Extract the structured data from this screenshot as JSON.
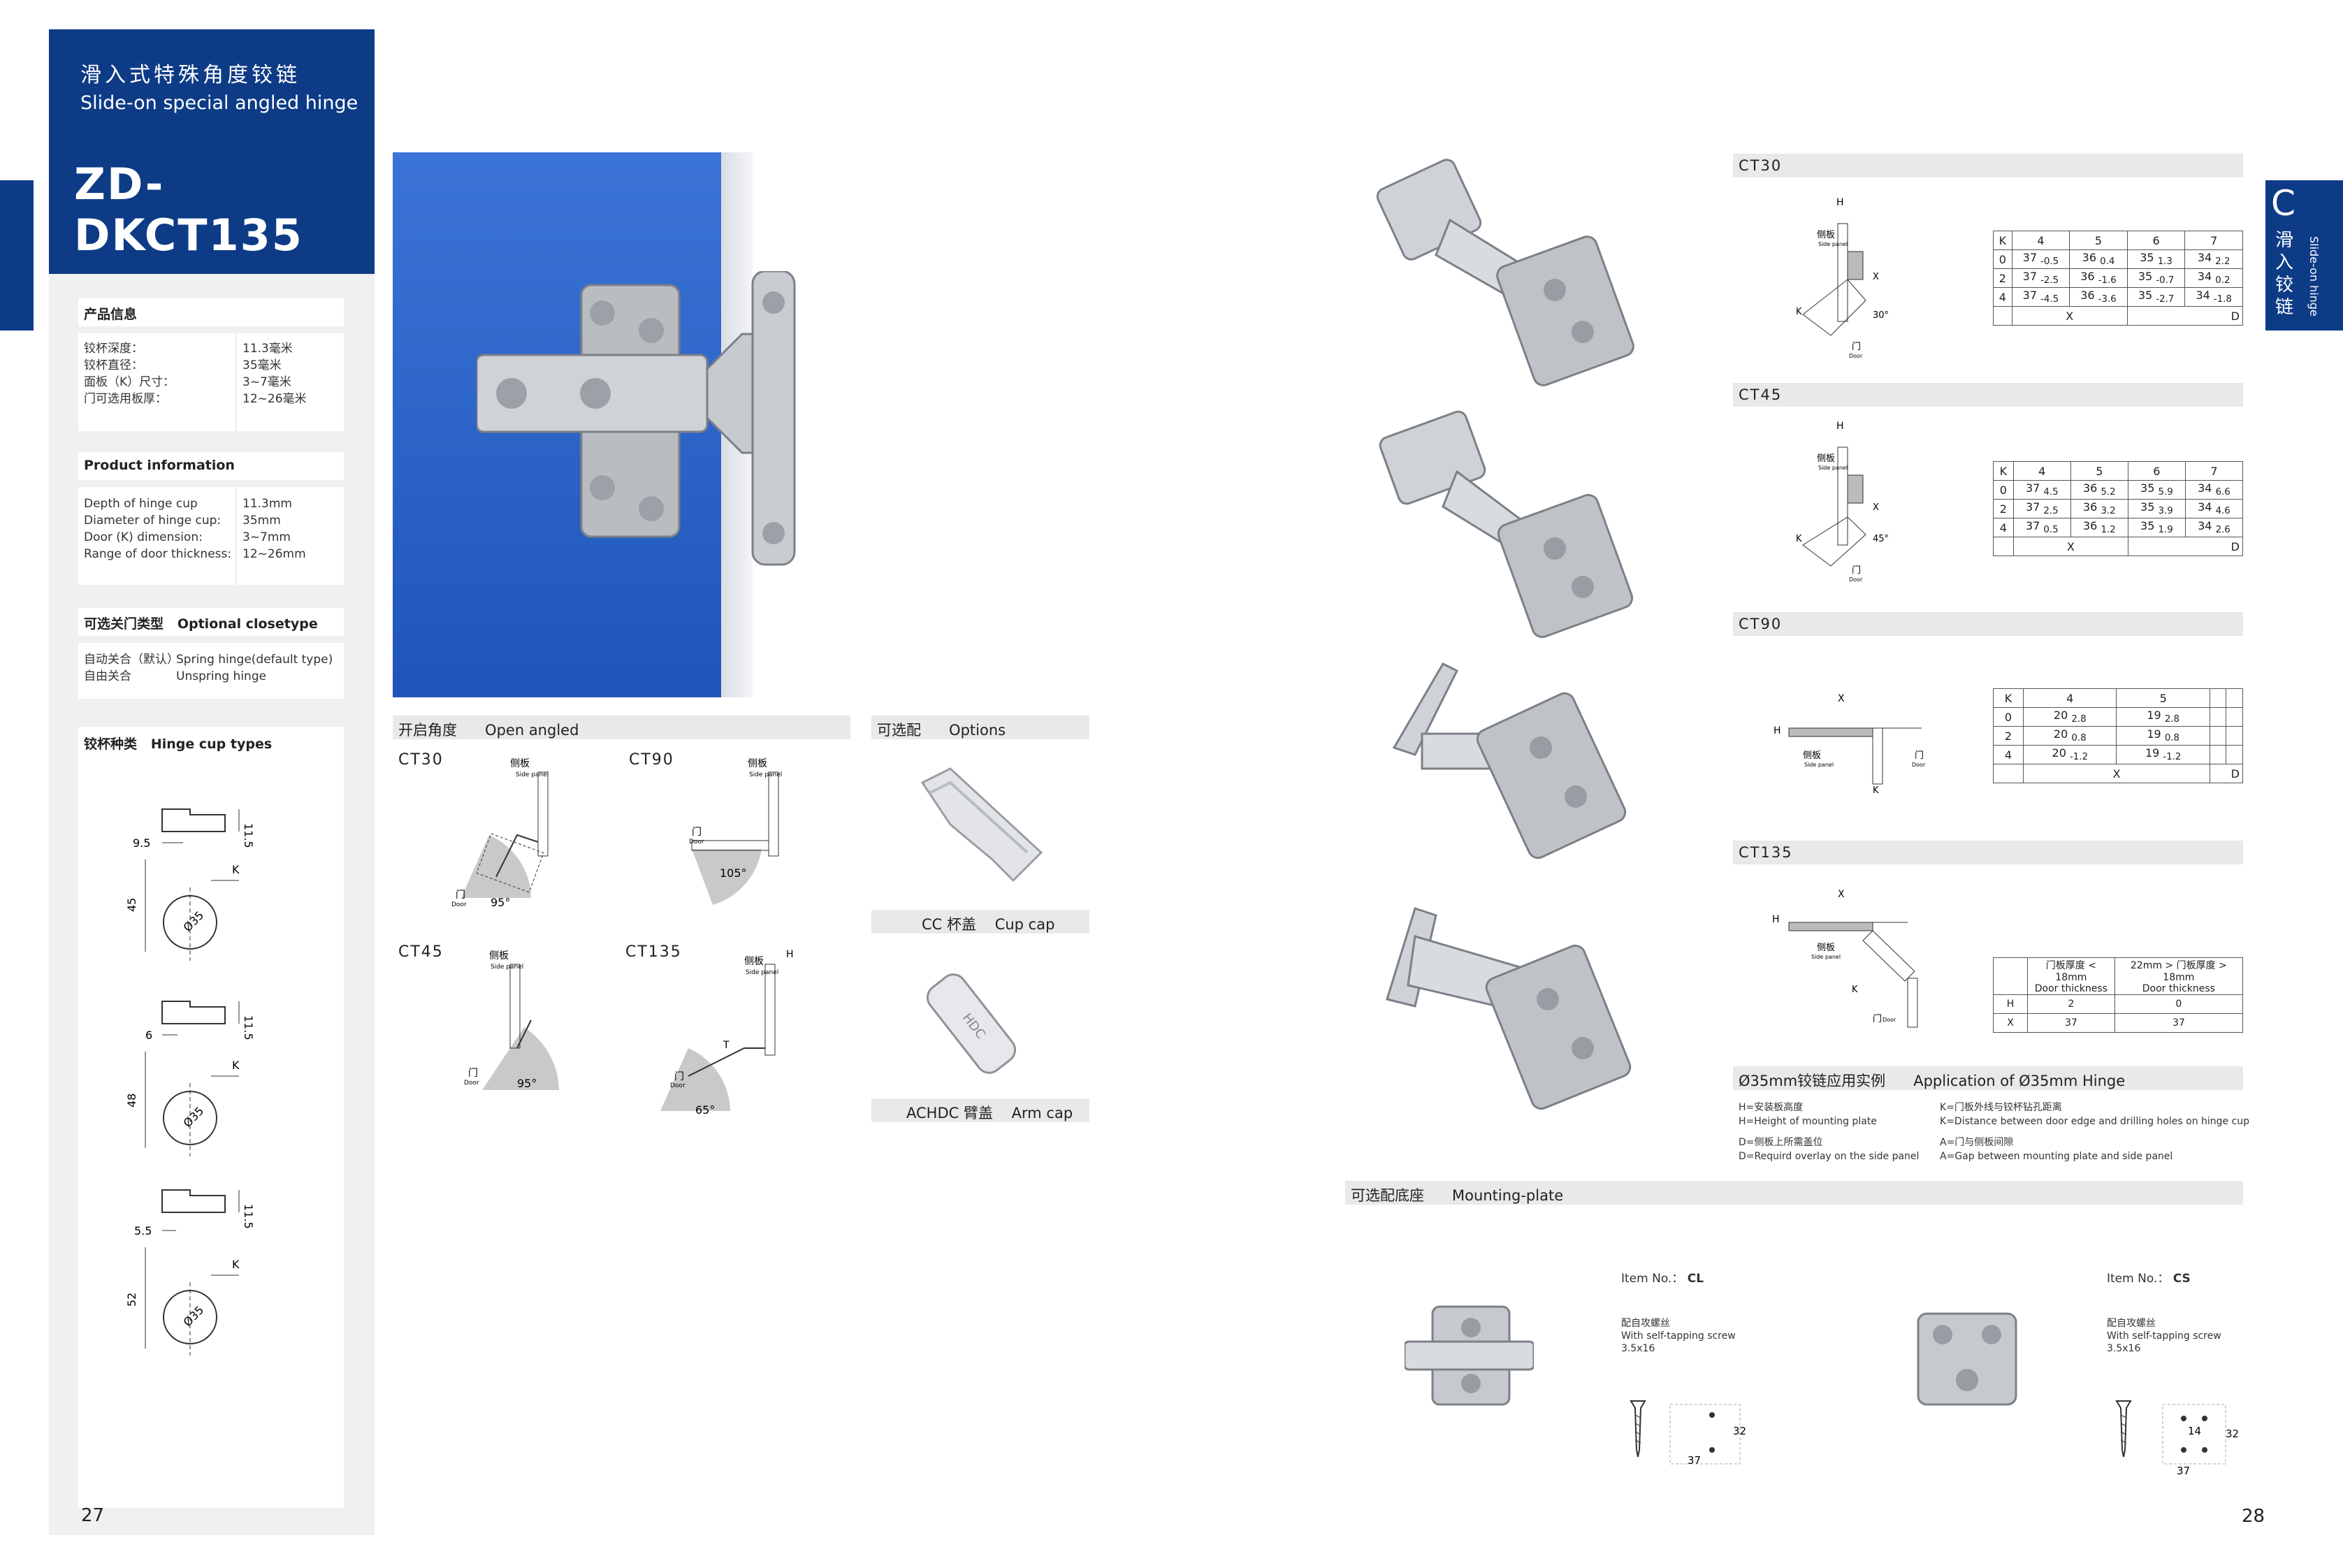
{
  "header": {
    "title_cn": "滑入式特殊角度铰链",
    "title_en": "Slide-on special angled hinge",
    "model": "ZD-DKCT135"
  },
  "side_tab": {
    "letter": "C",
    "cn": "滑入铰链",
    "en": "Slide-on hinge"
  },
  "product_info": {
    "heading_cn": "产品信息",
    "rows_cn": [
      {
        "label": "铰杯深度：",
        "value": "11.3毫米"
      },
      {
        "label": "铰杯直径：",
        "value": "35毫米"
      },
      {
        "label": "面板（K）尺寸：",
        "value": "3~7毫米"
      },
      {
        "label": "门可选用板厚：",
        "value": "12~26毫米"
      }
    ],
    "heading_en": "Product information",
    "rows_en": [
      {
        "label": "Depth of hinge cup",
        "value": "11.3mm"
      },
      {
        "label": "Diameter of hinge cup:",
        "value": "35mm"
      },
      {
        "label": "Door (K) dimension:",
        "value": "3~7mm"
      },
      {
        "label": "Range of door thickness:",
        "value": "12~26mm"
      }
    ]
  },
  "closetype": {
    "heading": "可选关门类型   Optional closetype",
    "rows": [
      {
        "cn": "自动关合（默认）",
        "en": "Spring hinge(default type)"
      },
      {
        "cn": "自由关合",
        "en": "Unspring hinge"
      }
    ]
  },
  "cup_types": {
    "heading": "铰杯种类   Hinge cup types",
    "items": [
      {
        "offset": "9.5",
        "height": "11.5",
        "distance": "45",
        "diameter": "Ø35",
        "k": "K"
      },
      {
        "offset": "6",
        "height": "11.5",
        "distance": "48",
        "diameter": "Ø35",
        "k": "K"
      },
      {
        "offset": "5.5",
        "height": "11.5",
        "distance": "52",
        "diameter": "Ø35",
        "k": "K"
      }
    ]
  },
  "page_left": "27",
  "page_right": "28",
  "open_angled": {
    "heading": "开启角度      Open angled",
    "items": [
      {
        "name": "CT30",
        "angle": "95°",
        "side": "侧板",
        "side_en": "Side panel",
        "door": "门",
        "door_en": "Door"
      },
      {
        "name": "CT90",
        "angle": "105°",
        "side": "侧板",
        "side_en": "Side panel",
        "door": "门",
        "door_en": "Door"
      },
      {
        "name": "CT45",
        "angle": "95°",
        "side": "侧板",
        "side_en": "Side panel",
        "door": "门",
        "door_en": "Door"
      },
      {
        "name": "CT135",
        "angle": "65°",
        "side": "侧板",
        "side_en": "Side panel",
        "door": "门",
        "door_en": "Door",
        "h": "H",
        "t": "T"
      }
    ]
  },
  "options": {
    "heading": "可选配      Options",
    "cup_cap": "CC 杯盖    Cup cap",
    "arm_cap": "ACHDC 臂盖    Arm cap",
    "arm_cap_logo": "HDC"
  },
  "specs": [
    {
      "name": "CT30",
      "angle": "30°",
      "k": [
        "4",
        "5",
        "6",
        "7"
      ],
      "rows": [
        {
          "h": "0",
          "cells": [
            [
              "37",
              "-0.5"
            ],
            [
              "36",
              "0.4"
            ],
            [
              "35",
              "1.3"
            ],
            [
              "34",
              "2.2"
            ]
          ]
        },
        {
          "h": "2",
          "cells": [
            [
              "37",
              "-2.5"
            ],
            [
              "36",
              "-1.6"
            ],
            [
              "35",
              "-0.7"
            ],
            [
              "34",
              "0.2"
            ]
          ]
        },
        {
          "h": "4",
          "cells": [
            [
              "37",
              "-4.5"
            ],
            [
              "36",
              "-3.6"
            ],
            [
              "35",
              "-2.7"
            ],
            [
              "34",
              "-1.8"
            ]
          ]
        }
      ]
    },
    {
      "name": "CT45",
      "angle": "45°",
      "k": [
        "4",
        "5",
        "6",
        "7"
      ],
      "rows": [
        {
          "h": "0",
          "cells": [
            [
              "37",
              "4.5"
            ],
            [
              "36",
              "5.2"
            ],
            [
              "35",
              "5.9"
            ],
            [
              "34",
              "6.6"
            ]
          ]
        },
        {
          "h": "2",
          "cells": [
            [
              "37",
              "2.5"
            ],
            [
              "36",
              "3.2"
            ],
            [
              "35",
              "3.9"
            ],
            [
              "34",
              "4.6"
            ]
          ]
        },
        {
          "h": "4",
          "cells": [
            [
              "37",
              "0.5"
            ],
            [
              "36",
              "1.2"
            ],
            [
              "35",
              "1.9"
            ],
            [
              "34",
              "2.6"
            ]
          ]
        }
      ]
    },
    {
      "name": "CT90",
      "angle": "",
      "k": [
        "4",
        "5",
        "",
        ""
      ],
      "rows": [
        {
          "h": "0",
          "cells": [
            [
              "20",
              "2.8"
            ],
            [
              "19",
              "2.8"
            ],
            [
              "",
              ""
            ],
            [
              "",
              ""
            ]
          ]
        },
        {
          "h": "2",
          "cells": [
            [
              "20",
              "0.8"
            ],
            [
              "19",
              "0.8"
            ],
            [
              "",
              ""
            ],
            [
              "",
              ""
            ]
          ]
        },
        {
          "h": "4",
          "cells": [
            [
              "20",
              "-1.2"
            ],
            [
              "19",
              "-1.2"
            ],
            [
              "",
              ""
            ],
            [
              "",
              ""
            ]
          ]
        }
      ]
    }
  ],
  "spec_labels": {
    "k": "K",
    "h": "H",
    "x": "X",
    "d": "D",
    "side_cn": "侧板",
    "side_en": "Side panel",
    "door_cn": "门",
    "door_en": "Door"
  },
  "ct135": {
    "name": "CT135",
    "col1": "门板厚度 < 18mm\nDoor thickness",
    "col2": "22mm > 门板厚度 > 18mm\nDoor thickness",
    "rows": [
      {
        "label": "H",
        "a": "2",
        "b": "0"
      },
      {
        "label": "X",
        "a": "37",
        "b": "37"
      }
    ]
  },
  "application": {
    "heading": "Ø35mm铰链应用实例      Application of Ø35mm Hinge",
    "notes": [
      {
        "cn": "H=安装板高度",
        "en": "H=Height of mounting plate"
      },
      {
        "cn": "K=门板外线与铰杯钻孔距离",
        "en": "K=Distance between door edge and drilling holes on hinge cup"
      },
      {
        "cn": "D=侧板上所需盖位",
        "en": "D=Requird overlay on the side panel"
      },
      {
        "cn": "A=门与侧板间隙",
        "en": "A=Gap between mounting plate and side panel"
      }
    ]
  },
  "mounting": {
    "heading": "可选配底座      Mounting-plate",
    "items": [
      {
        "item": "Item No.：",
        "code": "CL",
        "screw_cn": "配自攻螺丝",
        "screw_en": "With self-tapping screw",
        "size": "3.5x16",
        "d1": "32",
        "d2": "37",
        "d3": ""
      },
      {
        "item": "Item No.：",
        "code": "CS",
        "screw_cn": "配自攻螺丝",
        "screw_en": "With self-tapping screw",
        "size": "3.5x16",
        "d1": "32",
        "d2": "37",
        "d3": "14"
      }
    ]
  }
}
